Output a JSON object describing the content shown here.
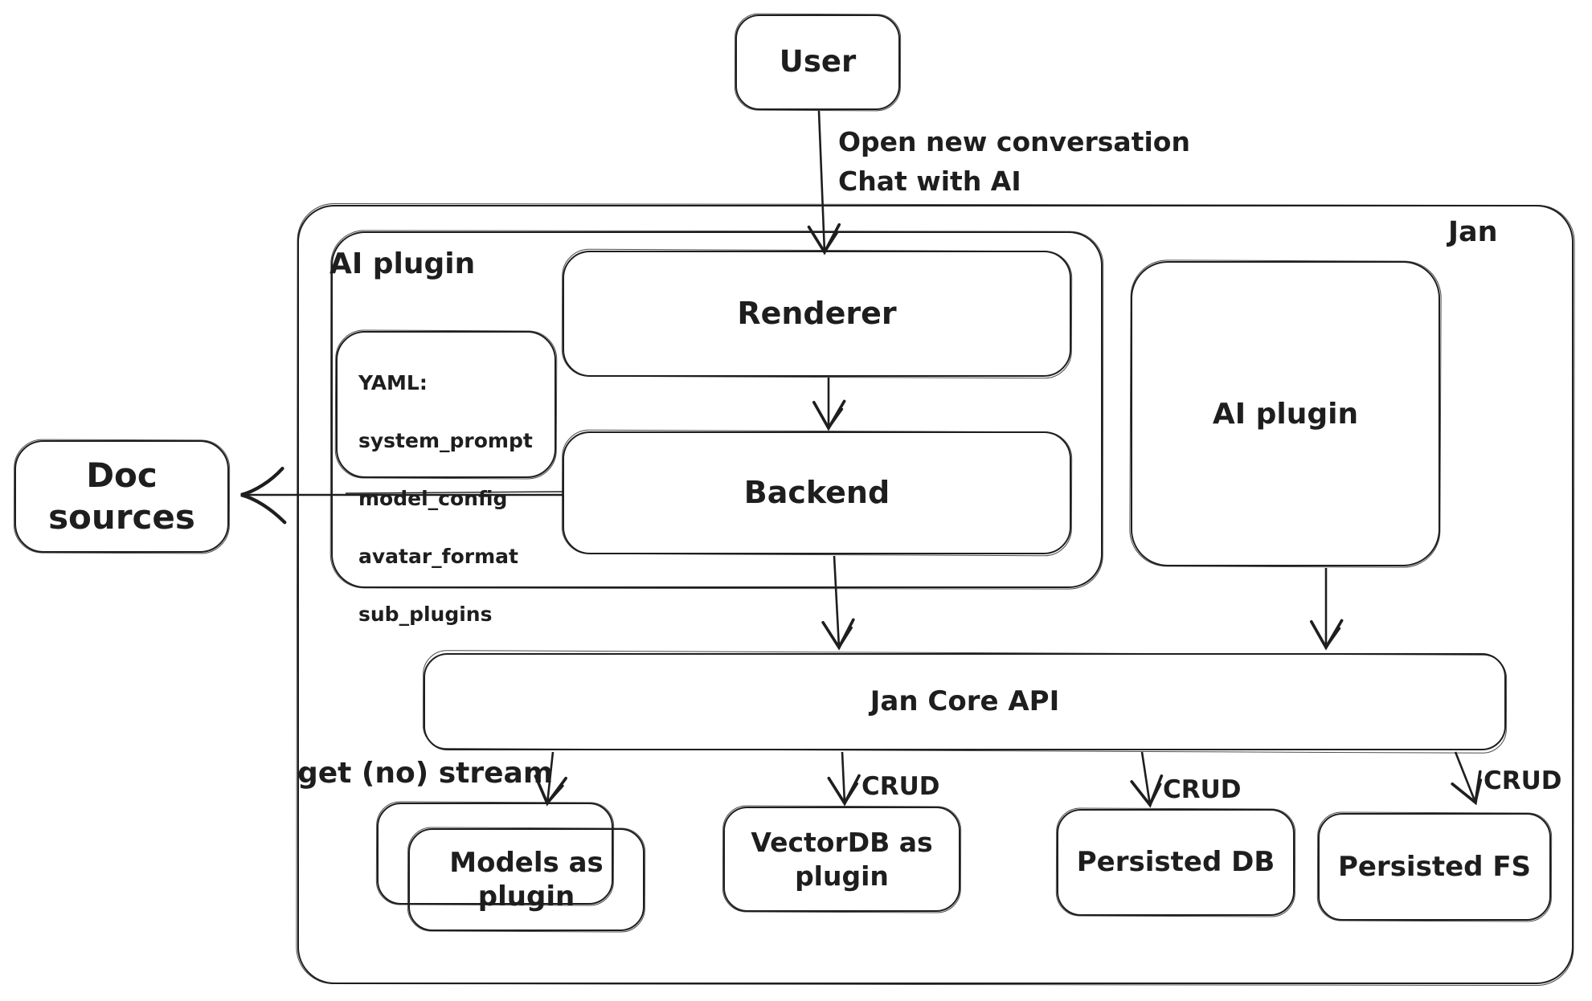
{
  "colors": {
    "stroke": "#1e1e1e",
    "background": "#ffffff"
  },
  "nodes": {
    "user": {
      "label": "User"
    },
    "jan_container": {
      "label": "Jan"
    },
    "ai_plugin_left": {
      "label": "AI plugin"
    },
    "renderer": {
      "label": "Renderer"
    },
    "backend": {
      "label": "Backend"
    },
    "yaml_note": {
      "lines": [
        "YAML:",
        "system_prompt",
        "model_config",
        "avatar_format",
        "sub_plugins"
      ]
    },
    "doc_sources": {
      "label": "Doc sources"
    },
    "ai_plugin_right": {
      "label": "AI plugin"
    },
    "jan_core_api": {
      "label": "Jan Core API"
    },
    "models_plugin": {
      "label": "Models as\nplugin"
    },
    "vectordb_plugin": {
      "label": "VectorDB as\nplugin"
    },
    "persisted_db": {
      "label": "Persisted DB"
    },
    "persisted_fs": {
      "label": "Persisted FS"
    }
  },
  "edges": {
    "user_to_renderer": {
      "label": "Open new conversation\nChat with AI"
    },
    "jan_core_api_to_models": {
      "label": "get (no) stream"
    },
    "jan_core_api_to_vectordb": {
      "label": "CRUD"
    },
    "jan_core_api_to_persisted_db": {
      "label": "CRUD"
    },
    "jan_core_api_to_persisted_fs": {
      "label": "CRUD"
    }
  }
}
